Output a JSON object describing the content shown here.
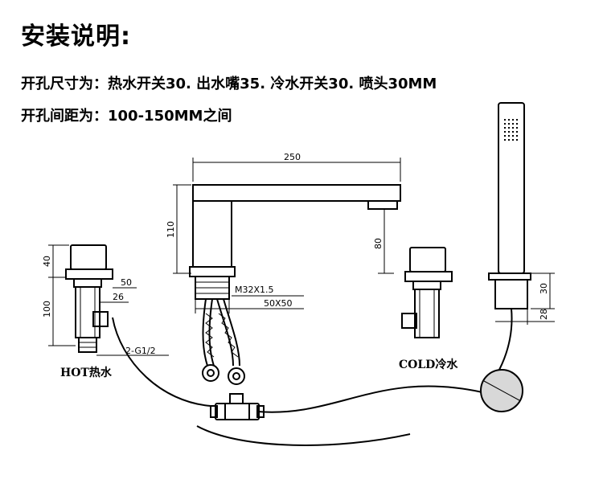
{
  "header": {
    "title": "安装说明:",
    "hole_sizes": "开孔尺寸为：热水开关30. 出水嘴35. 冷水开关30. 喷头30MM",
    "hole_spacing": "开孔间距为：100-150MM之间"
  },
  "dimensions": {
    "spout_length": "250",
    "spout_height": "110",
    "spout_outlet_height": "80",
    "thread": "M32X1.5",
    "base": "50X50",
    "valve_handle_height": "40",
    "valve_body_height": "100",
    "valve_flange": "50",
    "valve_body_width": "26",
    "connector_thread": "2-G1/2",
    "shower_mount_height": "30",
    "shower_mount_width": "28"
  },
  "labels": {
    "hot": "HOT热水",
    "cold": "COLD冷水"
  }
}
